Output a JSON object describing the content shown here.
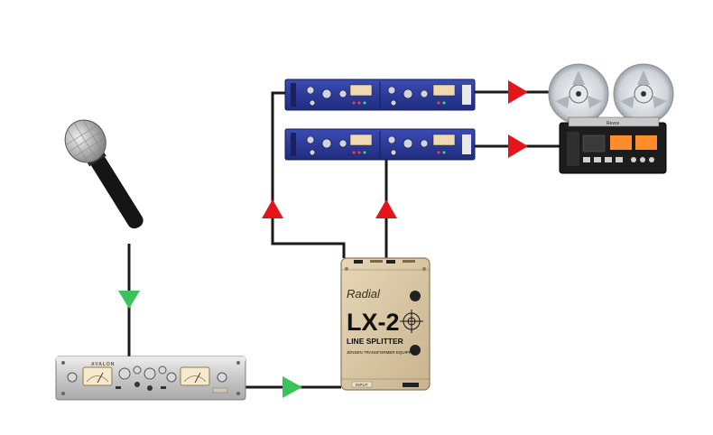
{
  "colors": {
    "cable": "#1a1a1a",
    "arrow_green": "#3cc25a",
    "arrow_red": "#e5141b",
    "rack_blue": "#2a3a9a",
    "splitter_tan": "#d8c6a2",
    "preamp_silver": "#c9c9c9",
    "tape_deck_black": "#1c1c1c"
  },
  "devices": {
    "microphone": {
      "icon": "microphone-icon"
    },
    "preamp": {
      "brand": "AVALON",
      "icon": "tube-preamp-icon"
    },
    "splitter": {
      "brand": "Radial",
      "model": "LX-2",
      "subtitle": "LINE SPLITTER",
      "tagline": "JENSEN TRANSFORMER EQUIPPED",
      "input_label": "INPUT",
      "icon": "line-splitter-icon"
    },
    "rack_units": [
      {
        "icon": "rack-preamp-icon"
      },
      {
        "icon": "rack-preamp-icon"
      }
    ],
    "tape_recorder": {
      "brand": "Revox",
      "icon": "reel-to-reel-icon"
    }
  },
  "arrows": [
    {
      "color": "green",
      "direction": "down"
    },
    {
      "color": "green",
      "direction": "right"
    },
    {
      "color": "red",
      "direction": "up"
    },
    {
      "color": "red",
      "direction": "up"
    },
    {
      "color": "red",
      "direction": "right"
    },
    {
      "color": "red",
      "direction": "right"
    }
  ]
}
